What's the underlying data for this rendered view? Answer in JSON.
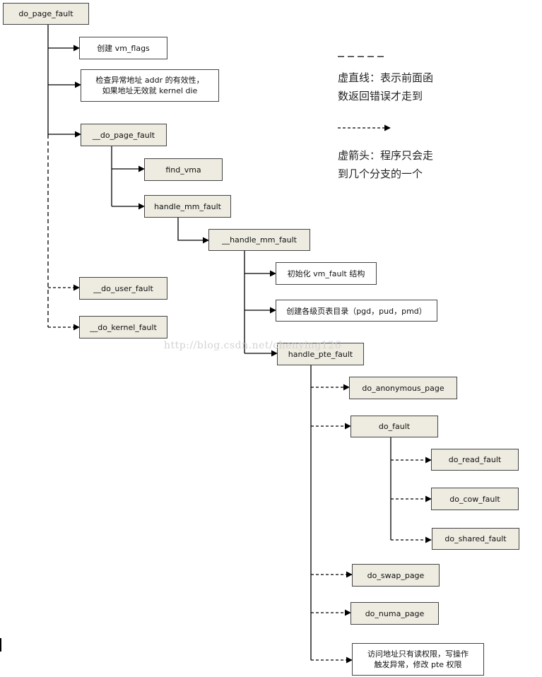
{
  "nodes": {
    "do_page_fault": "do_page_fault",
    "create_vm_flags": "创建 vm_flags",
    "check_addr_line1": "检查异常地址 addr 的有效性，",
    "check_addr_line2": "如果地址无效就 kernel die",
    "__do_page_fault": "__do_page_fault",
    "find_vma": "find_vma",
    "handle_mm_fault": "handle_mm_fault",
    "__handle_mm_fault": "__handle_mm_fault",
    "init_vm_fault": "初始化 vm_fault 结构",
    "create_page_tables": "创建各级页表目录（pgd，pud，pmd）",
    "__do_user_fault": "__do_user_fault",
    "__do_kernel_fault": "__do_kernel_fault",
    "handle_pte_fault": "handle_pte_fault",
    "do_anonymous_page": "do_anonymous_page",
    "do_fault": "do_fault",
    "do_read_fault": "do_read_fault",
    "do_cow_fault": "do_cow_fault",
    "do_shared_fault": "do_shared_fault",
    "do_swap_page": "do_swap_page",
    "do_numa_page": "do_numa_page",
    "access_line1": "访问地址只有读权限，写操作",
    "access_line2": "触发异常，修改 pte 权限"
  },
  "legend": {
    "dashed_line_line1": "虚直线：表示前面函",
    "dashed_line_line2": "数返回错误才走到",
    "dashed_arrow_line1": "虚箭头：程序只会走",
    "dashed_arrow_line2": "到几个分支的一个"
  },
  "watermark": "http://blog.csdn.net/chenying126",
  "colors": {
    "box_fill": "#eeebe0",
    "line": "#000000",
    "watermark": "#d3d3d3"
  }
}
